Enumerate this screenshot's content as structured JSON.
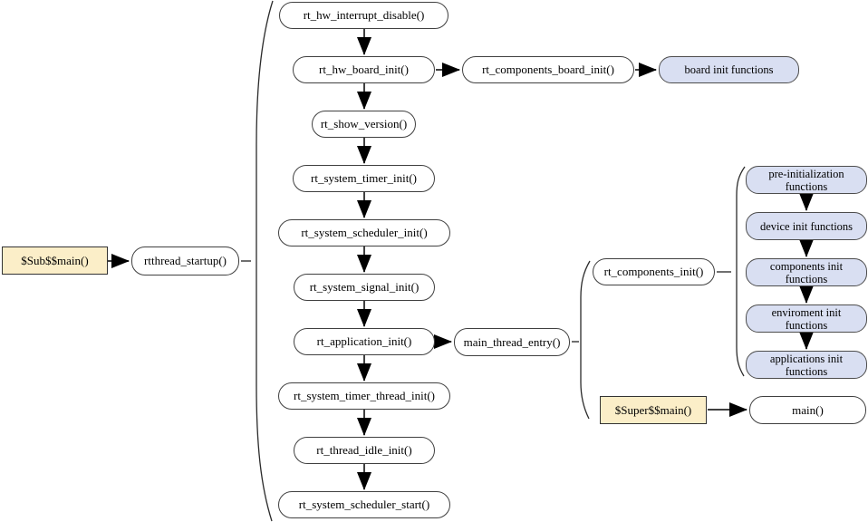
{
  "diagram": {
    "nodes": {
      "sub_main": "$Sub$$main()",
      "rtthread_startup": "rtthread_startup()",
      "rt_hw_interrupt_disable": "rt_hw_interrupt_disable()",
      "rt_hw_board_init": "rt_hw_board_init()",
      "rt_components_board_init": "rt_components_board_init()",
      "board_init_functions": "board init functions",
      "rt_show_version": "rt_show_version()",
      "rt_system_timer_init": "rt_system_timer_init()",
      "rt_system_scheduler_init": "rt_system_scheduler_init()",
      "rt_system_signal_init": "rt_system_signal_init()",
      "rt_application_init": "rt_application_init()",
      "main_thread_entry": "main_thread_entry()",
      "rt_components_init": "rt_components_init()",
      "pre_initialization_functions": "pre-initialization functions",
      "device_init_functions": "device init functions",
      "components_init_functions": "components init functions",
      "enviroment_init_functions": "enviroment init functions",
      "applications_init_functions": "applications init functions",
      "rt_system_timer_thread_init": "rt_system_timer_thread_init()",
      "rt_thread_idle_init": "rt_thread_idle_init()",
      "rt_system_scheduler_start": "rt_system_scheduler_start()",
      "super_main": "$Super$$main()",
      "main": "main()"
    },
    "colors": {
      "process_fill": "#ffffff",
      "entry_fill": "#fbeec8",
      "group_fill": "#d9dff2",
      "line": "#404040",
      "arrowhead": "#000000"
    }
  }
}
